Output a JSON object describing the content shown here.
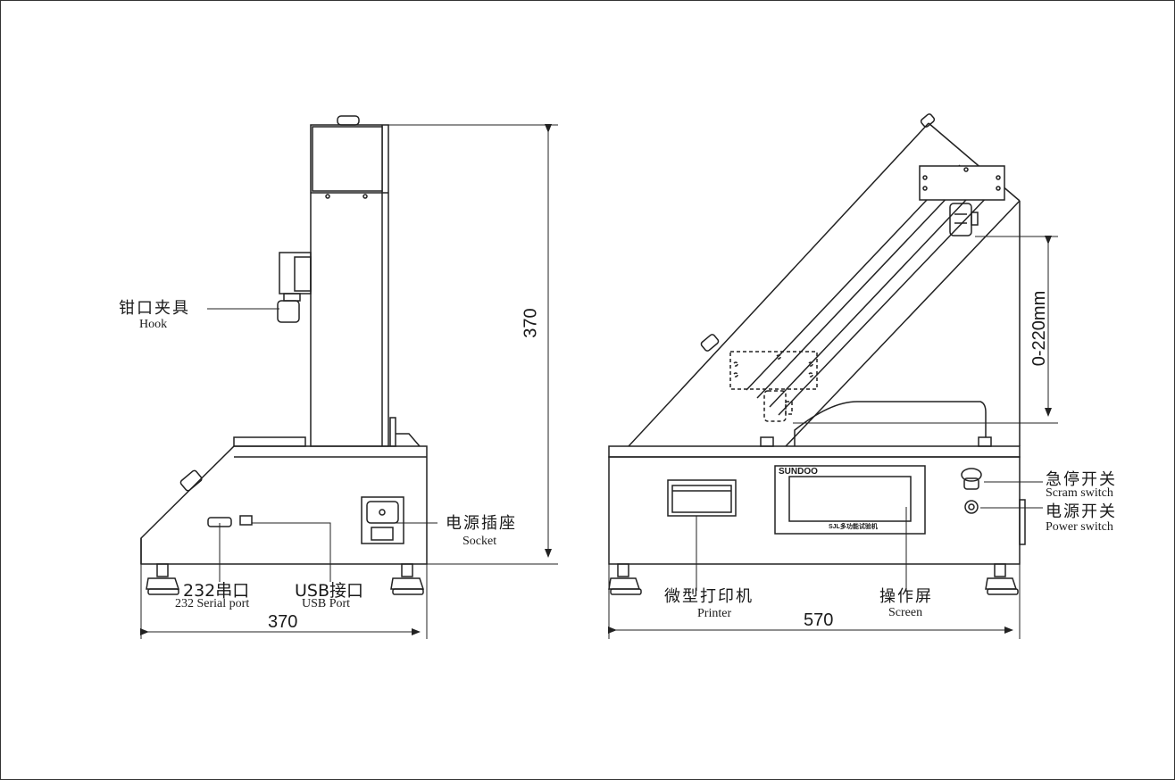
{
  "side_view": {
    "hook": {
      "cn": "钳口夹具",
      "en": "Hook"
    },
    "socket": {
      "cn": "电源插座",
      "en": "Socket"
    },
    "serial": {
      "cn": "232串口",
      "en": "232 Serial port"
    },
    "usb": {
      "cn": "USB接口",
      "en": "USB Port"
    },
    "height_dim": "370",
    "width_dim": "370"
  },
  "front_view": {
    "brand": "SUNDOO",
    "screen_caption": "SJL多功能试验机",
    "printer": {
      "cn": "微型打印机",
      "en": "Printer"
    },
    "screen": {
      "cn": "操作屏",
      "en": "Screen"
    },
    "scram": {
      "cn": "急停开关",
      "en": "Scram switch"
    },
    "power": {
      "cn": "电源开关",
      "en": "Power switch"
    },
    "travel_dim": "0-220mm",
    "width_dim": "570"
  }
}
